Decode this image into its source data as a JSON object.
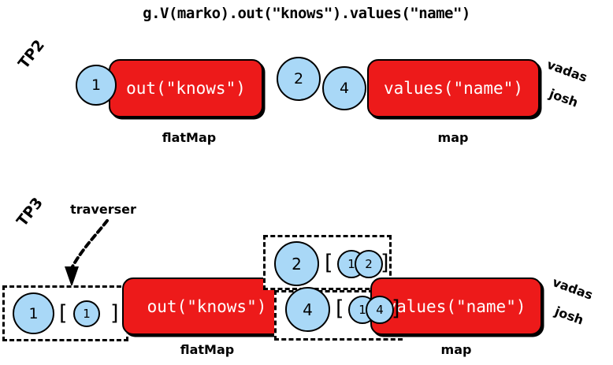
{
  "title": "g.V(marko).out(\"knows\").values(\"name\")",
  "rows": [
    {
      "version_label": "TP2",
      "steps": [
        {
          "name": "out-knows-step",
          "text": "out(\"knows\")",
          "caption": "flatMap"
        },
        {
          "name": "values-name-step",
          "text": "values(\"name\")",
          "caption": "map"
        }
      ],
      "objects": [
        {
          "name": "object-1",
          "value": "1"
        },
        {
          "name": "object-2",
          "value": "2"
        },
        {
          "name": "object-4",
          "value": "4"
        }
      ],
      "results": [
        "vadas",
        "josh"
      ]
    },
    {
      "version_label": "TP3",
      "annotation": "traverser",
      "steps": [
        {
          "name": "out-knows-step",
          "text": "out(\"knows\")",
          "caption": "flatMap"
        },
        {
          "name": "values-name-step",
          "text": "values(\"name\")",
          "caption": "map"
        }
      ],
      "traversers": [
        {
          "name": "traverser-1",
          "object": "1",
          "path": [
            "1"
          ]
        },
        {
          "name": "traverser-2",
          "object": "2",
          "path": [
            "1",
            "2"
          ]
        },
        {
          "name": "traverser-4",
          "object": "4",
          "path": [
            "1",
            "4"
          ]
        }
      ],
      "results": [
        "vadas",
        "josh"
      ]
    }
  ],
  "brackets": {
    "open": "[",
    "close": "]"
  },
  "colors": {
    "step_fill": "#ED1A1A",
    "object_fill": "#A9D8F7",
    "outline": "#000000",
    "step_text": "#FFFFFF",
    "background": "#FFFFFF"
  }
}
